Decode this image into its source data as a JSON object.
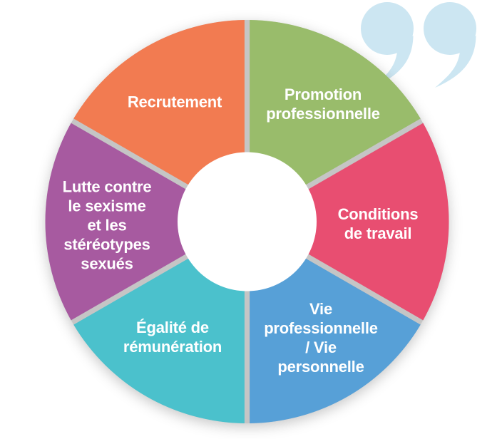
{
  "page": {
    "background_color": "#ffffff"
  },
  "quote_mark": {
    "name": "closing-double-quote",
    "color": "#CCE6F2"
  },
  "chart_data": {
    "type": "pie",
    "variant": "donut",
    "title": "",
    "legend": "none",
    "divider_color": "#C5C5C5",
    "center_color": "#FFFFFF",
    "label_text_color": "#FFFFFF",
    "start_angle_deg": 0,
    "direction": "clockwise",
    "segments": [
      {
        "label": "Promotion\nprofessionnelle",
        "color": "#99BC6B",
        "value": 1
      },
      {
        "label": "Conditions\nde travail",
        "color": "#E84E71",
        "value": 1
      },
      {
        "label": "Vie\nprofessionnelle\n/ Vie\npersonnelle",
        "color": "#57A0D7",
        "value": 1
      },
      {
        "label": "Égalité de\nrémunération",
        "color": "#4BC1CC",
        "value": 1
      },
      {
        "label": "Lutte contre\nle sexisme\net les\nstéréotypes\nsexués",
        "color": "#A75AA0",
        "value": 1
      },
      {
        "label": "Recrutement",
        "color": "#F27B51",
        "value": 1
      }
    ]
  }
}
